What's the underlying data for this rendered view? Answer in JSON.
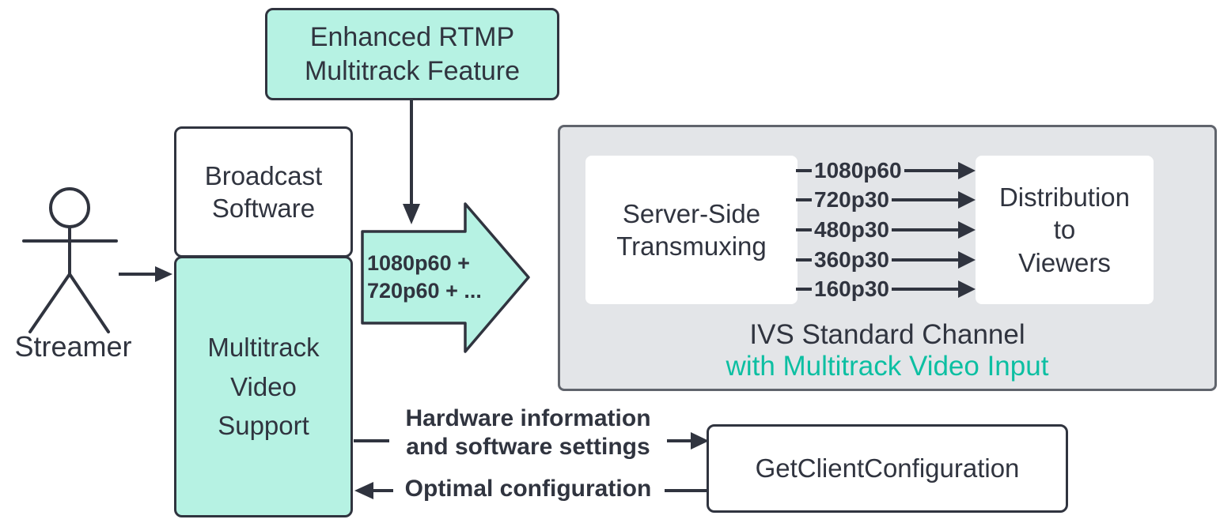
{
  "colors": {
    "teal_fill": "#b6f2e3",
    "teal_text": "#0cbfa2",
    "dark_stroke": "#30343f",
    "gray_fill": "#e3e5e8",
    "white": "#ffffff"
  },
  "actor": {
    "label": "Streamer"
  },
  "enhanced_rtmp_box": {
    "label": "Enhanced RTMP\nMultitrack Feature"
  },
  "broadcast_box": {
    "label": "Broadcast\nSoftware"
  },
  "multitrack_box": {
    "label": "Multitrack\nVideo\nSupport"
  },
  "big_arrow": {
    "label": "1080p60 +\n720p60 + ..."
  },
  "channel_box": {
    "title": "IVS Standard Channel",
    "subtitle": "with Multitrack Video Input",
    "server_box": {
      "label": "Server-Side\nTransmuxing"
    },
    "distribution_box": {
      "label": "Distribution\nto\nViewers"
    },
    "tracks": [
      "1080p60",
      "720p30",
      "480p30",
      "360p30",
      "160p30"
    ]
  },
  "config_flow": {
    "request_label": "Hardware information\nand software settings",
    "response_label": "Optimal configuration",
    "service_box": {
      "label": "GetClientConfiguration"
    }
  }
}
